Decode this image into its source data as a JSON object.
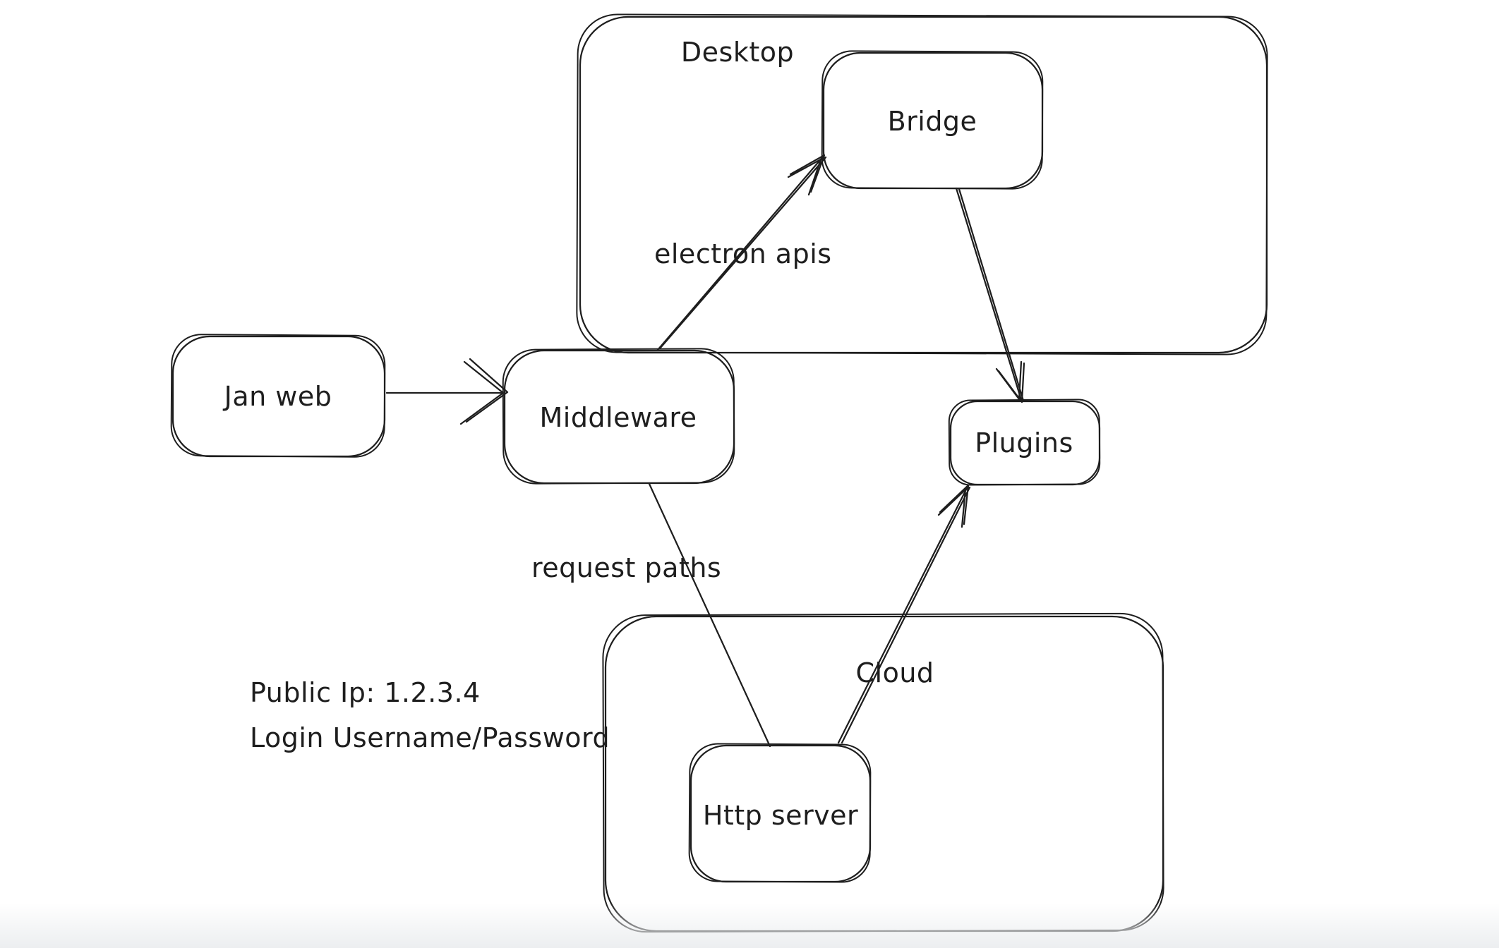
{
  "palette": {
    "stroke": "#1e1e1e",
    "background": "#ffffff",
    "bottom_fade": "#eceef0"
  },
  "containers": [
    {
      "id": "desktop",
      "label": "Desktop"
    },
    {
      "id": "cloud",
      "label": "Cloud"
    }
  ],
  "nodes": [
    {
      "id": "jan-web",
      "label": "Jan web"
    },
    {
      "id": "middleware",
      "label": "Middleware"
    },
    {
      "id": "bridge",
      "label": "Bridge"
    },
    {
      "id": "plugins",
      "label": "Plugins"
    },
    {
      "id": "http-server",
      "label": "Http server"
    }
  ],
  "edges": [
    {
      "id": "janweb-to-middleware",
      "from": "Jan web",
      "to": "Middleware",
      "label": ""
    },
    {
      "id": "middleware-to-bridge",
      "from": "Middleware",
      "to": "Bridge",
      "label": "electron apis"
    },
    {
      "id": "bridge-to-plugins",
      "from": "Bridge",
      "to": "Plugins",
      "label": ""
    },
    {
      "id": "middleware-to-httpserver",
      "from": "Middleware",
      "to": "Http server",
      "label": "request paths"
    },
    {
      "id": "httpserver-to-plugins",
      "from": "Http server",
      "to": "Plugins",
      "label": ""
    }
  ],
  "annotations": {
    "public_ip": "Public Ip: 1.2.3.4",
    "login": "Login Username/Password"
  }
}
